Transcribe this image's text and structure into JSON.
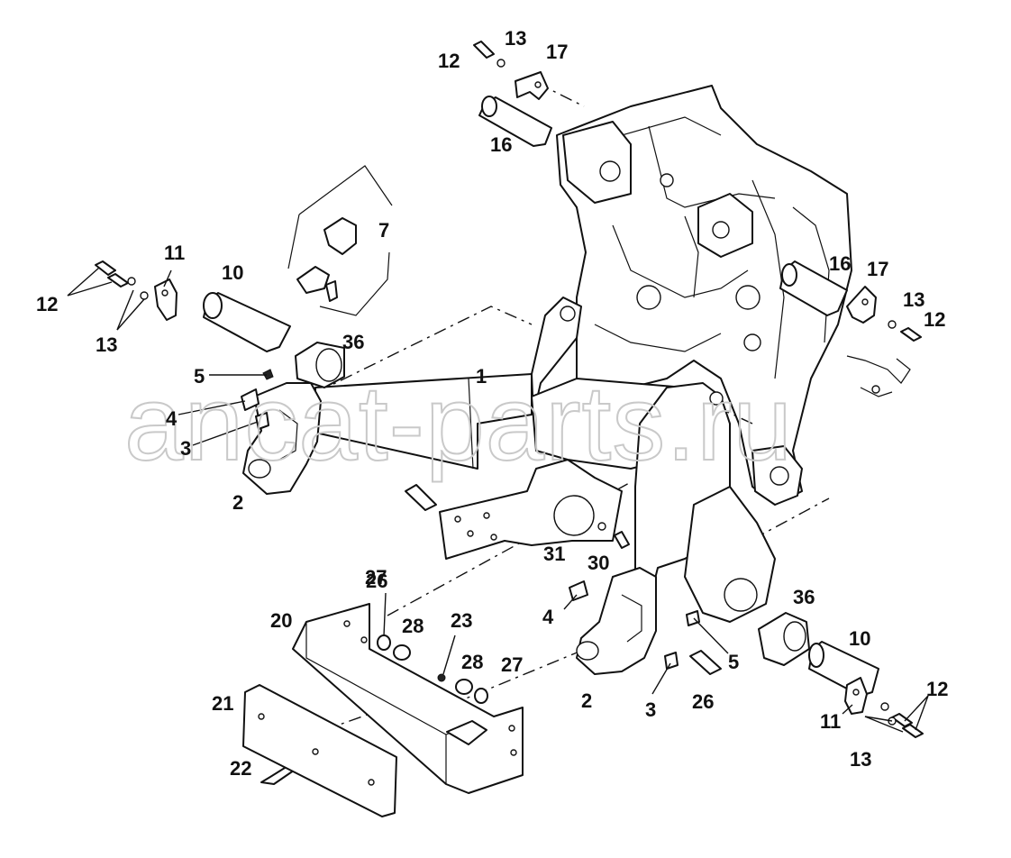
{
  "watermark": "ancat-parts.ru",
  "callouts": {
    "c1": "1",
    "c2a": "2",
    "c2b": "2",
    "c3a": "3",
    "c3b": "3",
    "c4a": "4",
    "c4b": "4",
    "c5a": "5",
    "c5b": "5",
    "c7": "7",
    "c10a": "10",
    "c10b": "10",
    "c11a": "11",
    "c11b": "11",
    "c12a": "12",
    "c12b": "12",
    "c12c": "12",
    "c12d": "12",
    "c13a": "13",
    "c13b": "13",
    "c13c": "13",
    "c13d": "13",
    "c16a": "16",
    "c16b": "16",
    "c17a": "17",
    "c17b": "17",
    "c20": "20",
    "c21": "21",
    "c22": "22",
    "c23": "23",
    "c26a": "26",
    "c26b": "26",
    "c27a": "27",
    "c27b": "27",
    "c28a": "28",
    "c28b": "28",
    "c30": "30",
    "c31": "31",
    "c36a": "36",
    "c36b": "36"
  }
}
